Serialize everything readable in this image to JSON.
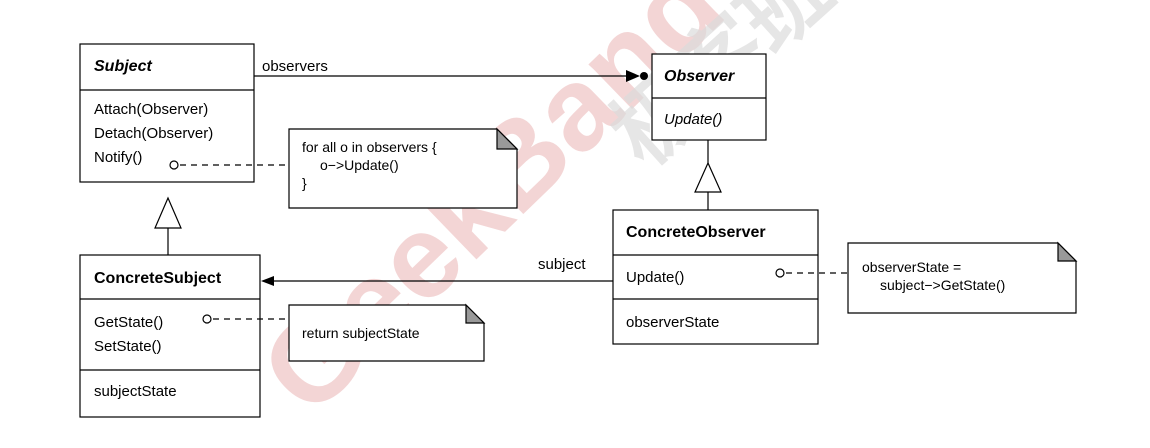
{
  "classes": {
    "subject": {
      "name": "Subject",
      "operations": [
        "Attach(Observer)",
        "Detach(Observer)",
        "Notify()"
      ]
    },
    "observer": {
      "name": "Observer",
      "operations": [
        "Update()"
      ]
    },
    "concrete_subject": {
      "name": "ConcreteSubject",
      "operations": [
        "GetState()",
        "SetState()"
      ],
      "attributes": [
        "subjectState"
      ]
    },
    "concrete_observer": {
      "name": "ConcreteObserver",
      "operations": [
        "Update()"
      ],
      "attributes": [
        "observerState"
      ]
    }
  },
  "associations": {
    "observers": "observers",
    "subject": "subject"
  },
  "notes": {
    "notify": [
      "for all o in observers {",
      "o−>Update()",
      "}"
    ],
    "get_state": [
      "return subjectState"
    ],
    "update": [
      "observerState =",
      "subject−>GetState()"
    ]
  },
  "watermark": {
    "latin": "GeekBand",
    "cjk": "极客班"
  }
}
